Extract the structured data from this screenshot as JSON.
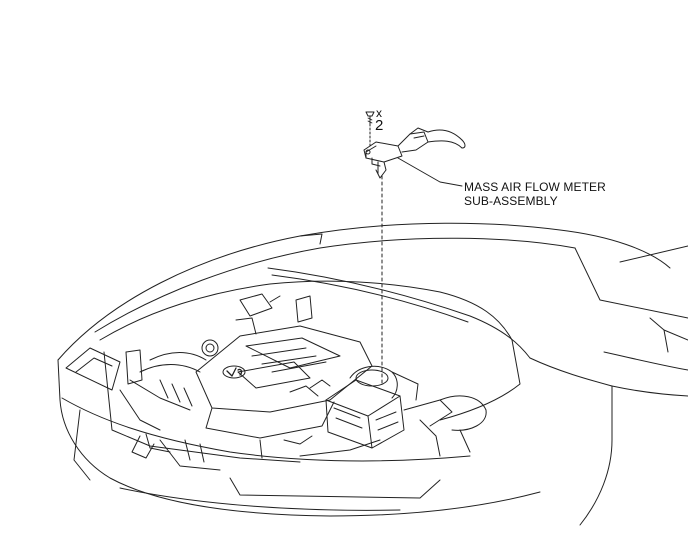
{
  "callout": {
    "line1": "MASS AIR FLOW METER",
    "line2": "SUB-ASSEMBLY"
  },
  "fastener": {
    "multiplier": "x",
    "quantity": "2"
  },
  "colors": {
    "line": "#222222",
    "background": "#ffffff"
  }
}
